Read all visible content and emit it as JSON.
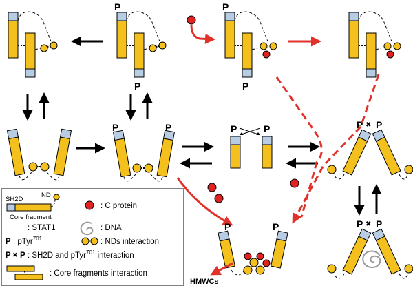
{
  "colors": {
    "core": "#f3c01e",
    "sh2d": "#b8cde3",
    "nd": "#f3c01e",
    "c_protein": "#e02222",
    "red_arrow": "#e0312a",
    "black": "#000000"
  },
  "labels": {
    "p": "P",
    "hmwcs": "HMWCs"
  },
  "legend": {
    "sh2d": "SH2D",
    "nd": "ND",
    "core_fragment": "Core fragment",
    "c_protein": ": C protein",
    "stat1": ": STAT1",
    "dna": ": DNA",
    "ptyr_key": "P",
    "ptyr_prefix": ": pTyr",
    "ptyr_sup": "701",
    "nds": ": NDs interaction",
    "sh2_prefix": ": SH2D and pTyr",
    "sh2_sup": "701",
    "sh2_suffix": " interaction",
    "core_int": ": Core fragments interaction"
  }
}
